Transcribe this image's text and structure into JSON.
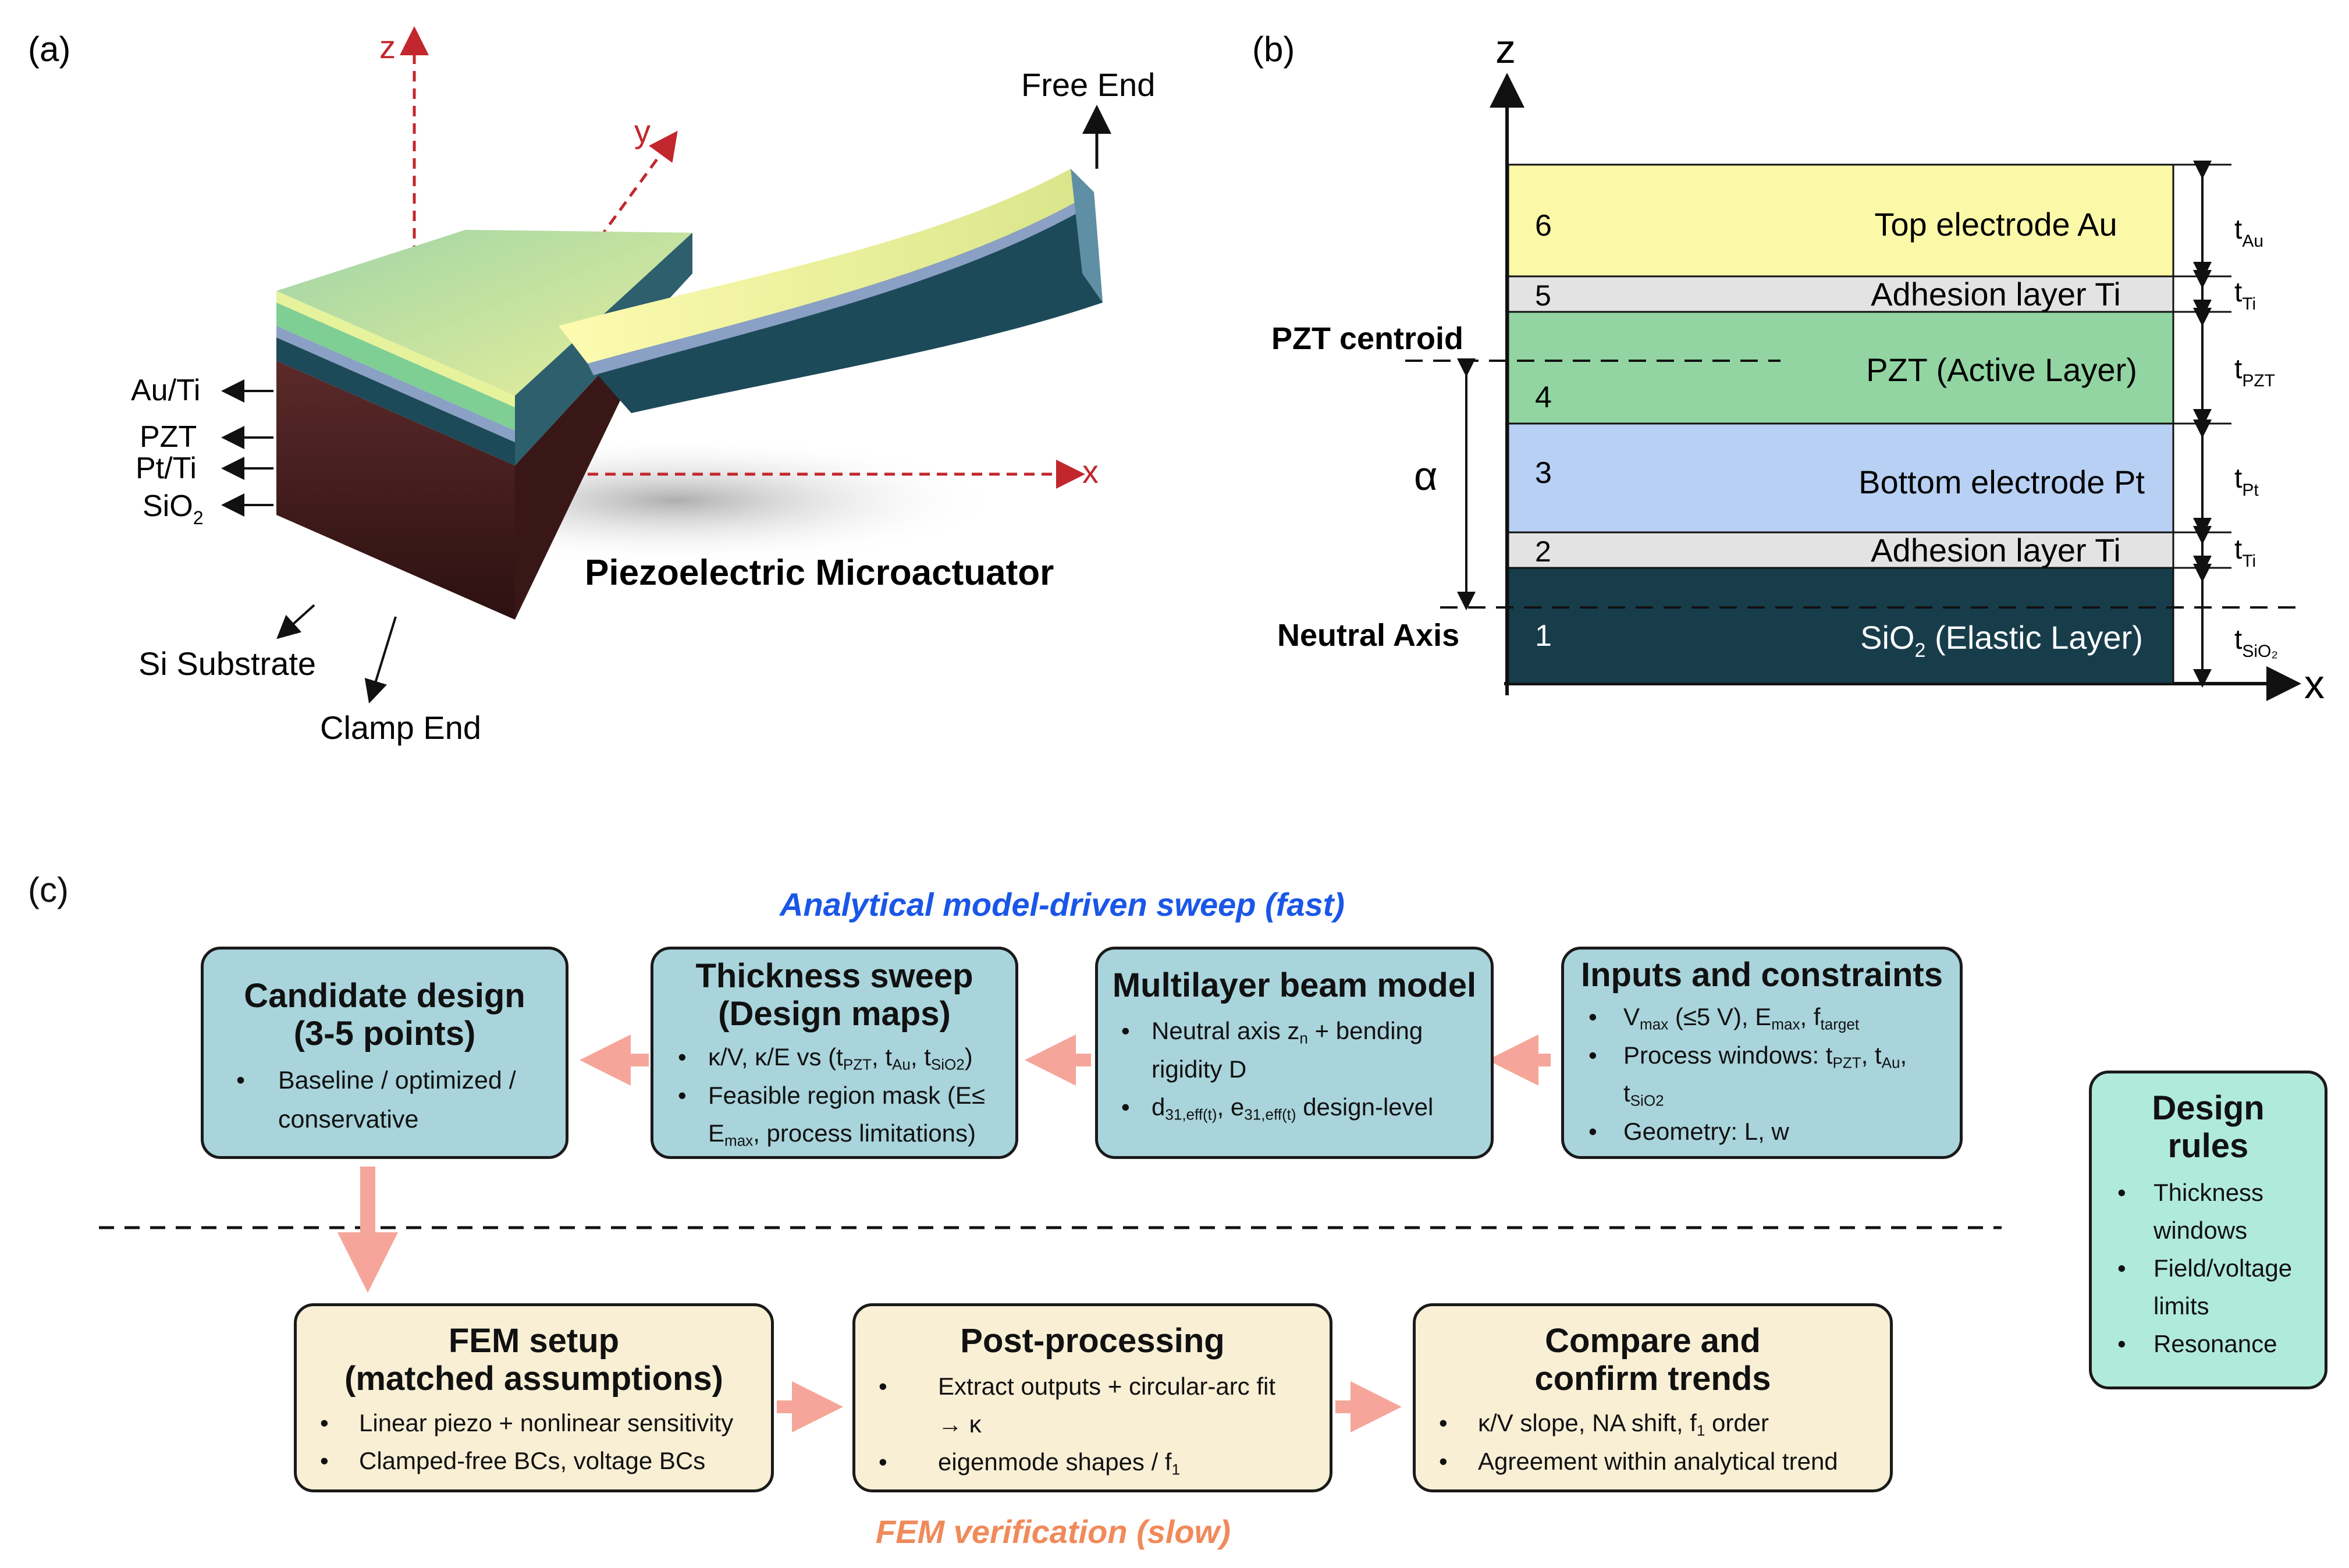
{
  "panel_a": {
    "tag": "(a)",
    "axis_z": "z",
    "axis_y": "y",
    "axis_x": "x",
    "free_end": "Free End",
    "clamp_end": "Clamp End",
    "si_substrate": "Si Substrate",
    "title": "Piezoelectric Microactuator",
    "layer_labels": [
      "Au/Ti",
      "PZT",
      "Pt/Ti",
      "SiO"
    ],
    "sio2_sub": "2"
  },
  "panel_b": {
    "tag": "(b)",
    "axis_z": "z",
    "axis_x": "x",
    "pzt_centroid": "PZT centroid",
    "neutral_axis": "Neutral Axis",
    "alpha": "α",
    "layers": [
      {
        "num": "6",
        "name": "Top electrode Au",
        "t": "t",
        "t_sub": "Au",
        "color": "#fbf9a8"
      },
      {
        "num": "5",
        "name": "Adhesion layer Ti",
        "t": "t",
        "t_sub": "Ti",
        "color": "#e3e3e3"
      },
      {
        "num": "4",
        "name": "PZT (Active Layer)",
        "t": "t",
        "t_sub": "PZT",
        "color": "#92d5a2"
      },
      {
        "num": "3",
        "name": "Bottom electrode Pt",
        "t": "t",
        "t_sub": "Pt",
        "color": "#b7d0f3"
      },
      {
        "num": "2",
        "name": "Adhesion layer Ti",
        "t": "t",
        "t_sub": "Ti",
        "color": "#e3e3e3"
      },
      {
        "num": "1",
        "name": "SiO",
        "name_sub": "2",
        "name_rest": " (Elastic Layer)",
        "t": "t",
        "t_sub": "SiO₂",
        "color": "#173d4b"
      }
    ]
  },
  "panel_c": {
    "tag": "(c)",
    "analytical_title": "Analytical model-driven sweep (fast)",
    "fem_title": "FEM verification (slow)",
    "colors": {
      "analytical": "#1a56e8",
      "fem": "#f08a5a",
      "arrow": "#f6a59a"
    },
    "boxes": {
      "candidate": {
        "title_1": "Candidate design",
        "title_2": "(3-5 points)",
        "b1": "Baseline / optimized / conservative"
      },
      "sweep": {
        "title_1": "Thickness sweep",
        "title_2": "(Design maps)",
        "b1_a": "κ/V, κ/E vs (t",
        "b1_s1": "PZT",
        "b1_b": ", t",
        "b1_s2": "Au",
        "b1_c": ", t",
        "b1_s3": "SiO2",
        "b1_d": ")",
        "b2_a": "Feasible region mask (E≤ E",
        "b2_s": "max",
        "b2_b": ", process limitations)"
      },
      "beam": {
        "title_1": "Multilayer beam model",
        "b1_a": "Neutral axis z",
        "b1_s": "n",
        "b1_b": " + bending rigidity D",
        "b2_a": "d",
        "b2_s1": "31,eff(t)",
        "b2_b": ", e",
        "b2_s2": "31,eff(t)",
        "b2_c": " design-level"
      },
      "inputs": {
        "title_1": "Inputs and constraints",
        "b1_a": "V",
        "b1_s1": "max",
        "b1_b": " (≤5 V), E",
        "b1_s2": "max",
        "b1_c": ", f",
        "b1_s3": "target",
        "b2_a": "Process windows: t",
        "b2_s1": "PZT",
        "b2_b": ", t",
        "b2_s2": "Au",
        "b2_c": ", t",
        "b2_s3": "SiO2",
        "b3": "Geometry: L, w"
      },
      "fem_setup": {
        "title_1": "FEM setup",
        "title_2": "(matched assumptions)",
        "b1": "Linear piezo + nonlinear sensitivity",
        "b2": "Clamped-free BCs, voltage BCs"
      },
      "post": {
        "title_1": "Post-processing",
        "b1": "Extract outputs + circular-arc fit → κ",
        "b2_a": "eigenmode shapes / f",
        "b2_s": "1"
      },
      "compare": {
        "title_1": "Compare and",
        "title_2": "confirm trends",
        "b1_a": "κ/V slope, NA shift, f",
        "b1_s": "1",
        "b1_b": " order",
        "b2": "Agreement within analytical trend"
      },
      "rules": {
        "title_1": "Design",
        "title_2": "rules",
        "b1": "Thickness windows",
        "b2": "Field/voltage limits",
        "b3": "Resonance"
      }
    }
  }
}
